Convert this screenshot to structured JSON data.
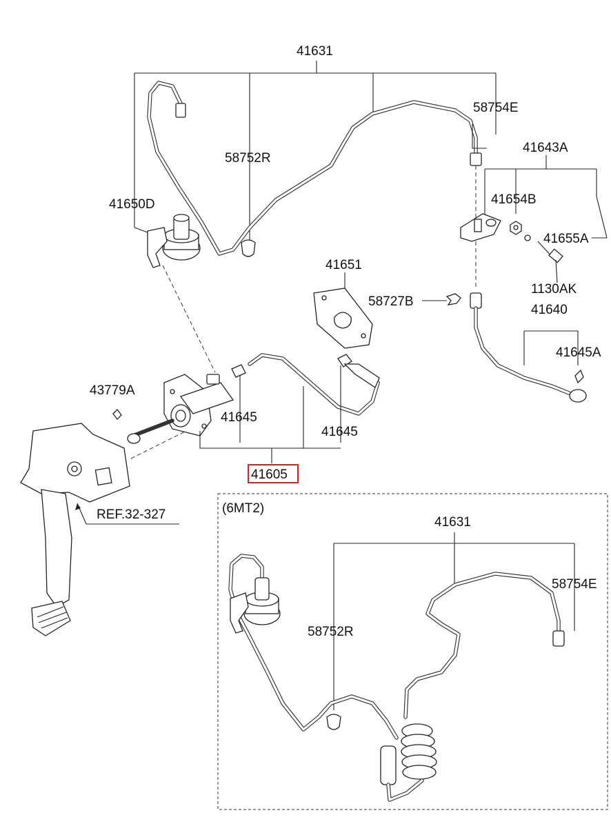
{
  "diagram": {
    "labels": {
      "l41631_top": "41631",
      "l58754E_top": "58754E",
      "l58752R_top": "58752R",
      "l41643A": "41643A",
      "l41650D": "41650D",
      "l41654B": "41654B",
      "l41655A": "41655A",
      "l41651": "41651",
      "l1130AK": "1130AK",
      "l58727B": "58727B",
      "l41640": "41640",
      "l41645A": "41645A",
      "l43779A": "43779A",
      "l41645_a": "41645",
      "l41645_b": "41645",
      "l41605": "41605",
      "lREF": "REF.32-327",
      "l6MT2": "(6MT2)",
      "l41631_bot": "41631",
      "l58754E_bot": "58754E",
      "l58752R_bot": "58752R"
    },
    "highlighted_part": "41605",
    "highlight_color": "#e02020"
  }
}
